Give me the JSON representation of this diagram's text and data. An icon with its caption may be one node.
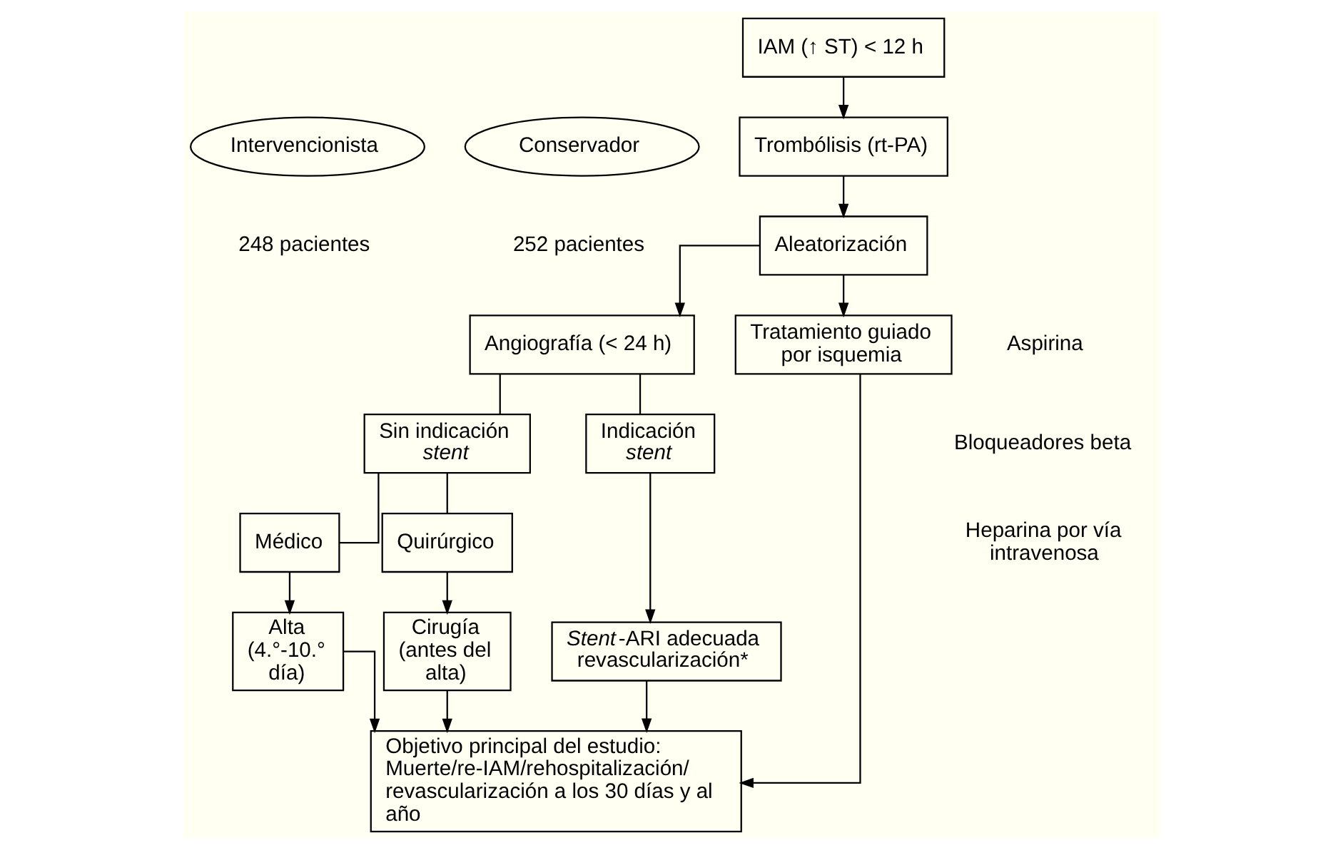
{
  "diagram": {
    "nodes": [
      {
        "text": [
          "Intervencionista"
        ]
      },
      {
        "text": [
          "Conservador"
        ]
      },
      {
        "text": [
          "IAM (↑ ST) < 12 h"
        ]
      },
      {
        "text": [
          "Trombólisis (rt-PA)"
        ]
      },
      {
        "text": [
          "Aleatorización"
        ]
      },
      {
        "text": [
          "Angiografía (< 24 h)"
        ]
      },
      {
        "text": [
          "Tratamiento guiado por isquemia"
        ]
      },
      {
        "text": [
          "Sin indicación *stent*"
        ]
      },
      {
        "text": [
          "Indicación *stent*"
        ]
      },
      {
        "text": [
          "Médico"
        ]
      },
      {
        "text": [
          "Quirúrgico"
        ]
      },
      {
        "text": [
          "*Stent*-ARI adecuada revascularización*"
        ]
      },
      {
        "text": [
          "Alta (4.°-10.° día)"
        ]
      },
      {
        "text": [
          "Cirugía (antes del alta)"
        ]
      },
      {
        "text": [
          "Objetivo principal del estudio: Muerte/re-IAM/rehospitalización/ revascularización a los 30 días y al año"
        ]
      }
    ],
    "edges": [
      {
        "from": 2,
        "to": 3,
        "arrow": "to"
      },
      {
        "from": 3,
        "to": 4,
        "arrow": "to"
      },
      {
        "from": 4,
        "to": 5,
        "arrow": "to"
      },
      {
        "from": 4,
        "to": 6,
        "arrow": "to"
      },
      {
        "from": 5,
        "to": 7,
        "arrow": "none"
      },
      {
        "from": 5,
        "to": 8,
        "arrow": "none"
      },
      {
        "from": 7,
        "to": 9,
        "arrow": "none"
      },
      {
        "from": 7,
        "to": 10,
        "arrow": "none"
      },
      {
        "from": 9,
        "to": 12,
        "arrow": "to"
      },
      {
        "from": 10,
        "to": 13,
        "arrow": "to"
      },
      {
        "from": 8,
        "to": 11,
        "arrow": "to"
      },
      {
        "from": 11,
        "to": 14,
        "arrow": "to"
      },
      {
        "from": 6,
        "to": 14,
        "arrow": "to"
      },
      {
        "from": 12,
        "to": 14,
        "arrow": "to"
      },
      {
        "from": 13,
        "to": 14,
        "arrow": "to"
      }
    ],
    "labels": [
      "248 pacientes",
      "252 pacientes",
      "Aspirina",
      "Bloqueadores beta",
      "Heparina por vía intravenosa"
    ]
  }
}
